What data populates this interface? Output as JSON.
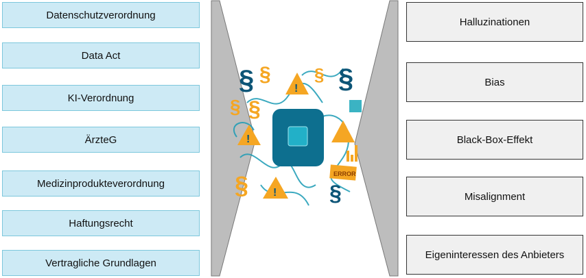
{
  "left_items": [
    "Datenschutzverordnung",
    "Data Act",
    "KI-Verordnung",
    "ÄrzteG",
    "Medizinprodukteverordnung",
    "Haftungsrecht",
    "Vertragliche Grundlagen"
  ],
  "right_items": [
    "Halluzinationen",
    "Bias",
    "Black-Box-Effekt",
    "Misalignment",
    "Eigeninteressen des Anbieters"
  ],
  "illustration": {
    "error_label": "ERROR",
    "section_symbol": "§",
    "warning_symbol": "!"
  },
  "colors": {
    "left_fill": "#cdeaf5",
    "right_fill": "#f0f0f0",
    "funnel": "#bdbdbd",
    "teal": "#1a9bb5",
    "navy": "#0d5577",
    "orange": "#f5a623"
  }
}
